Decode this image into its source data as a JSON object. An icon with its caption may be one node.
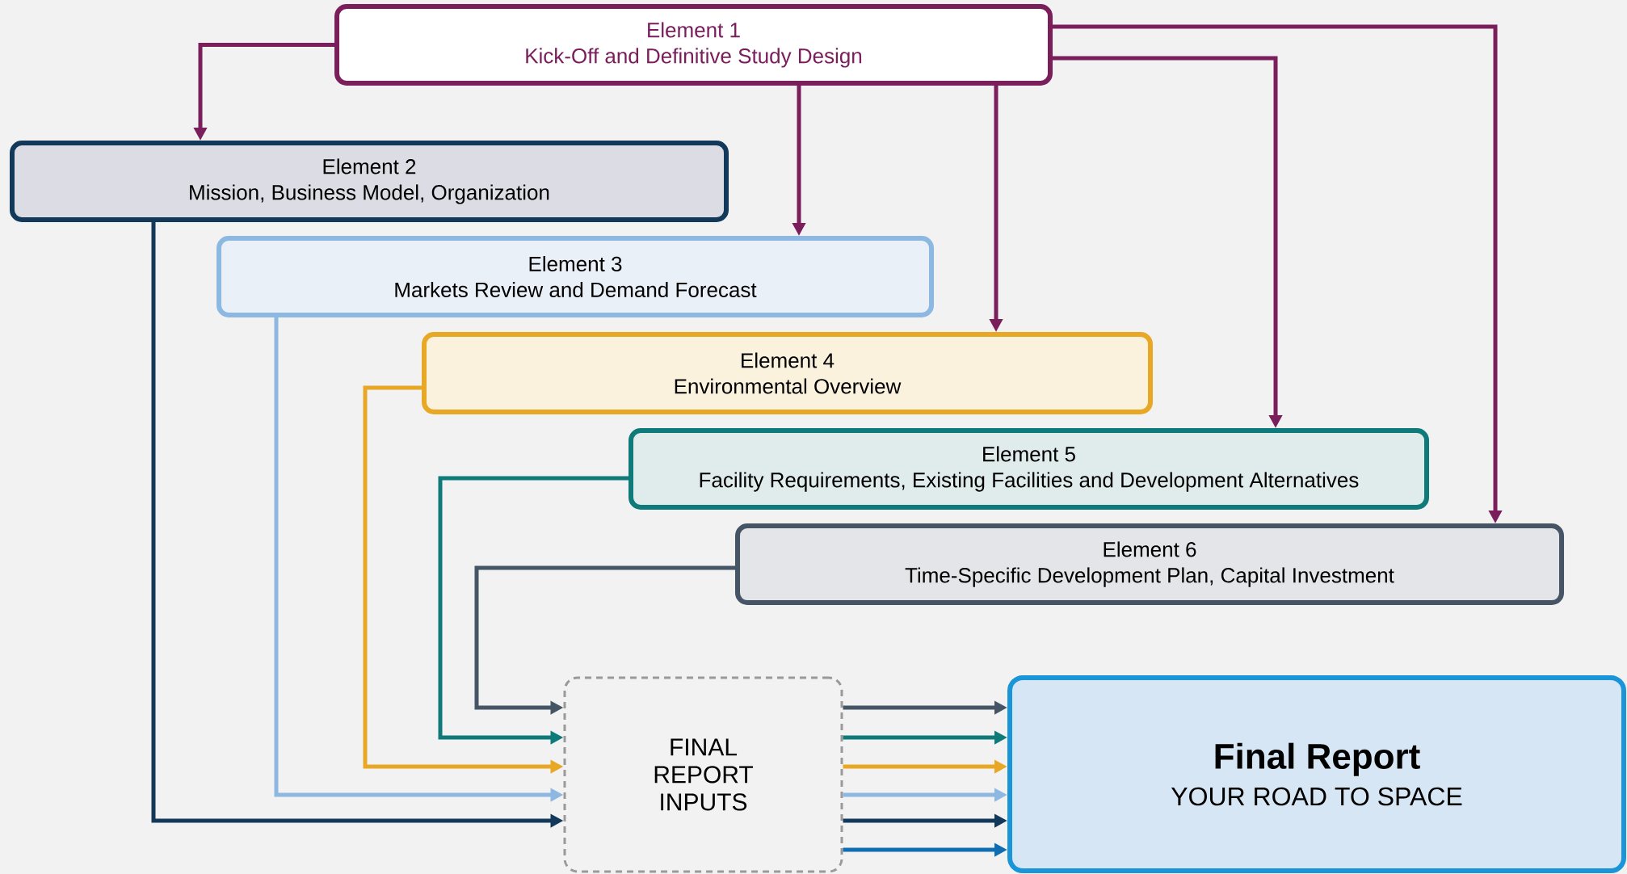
{
  "diagram": {
    "nodes": [
      {
        "text": [
          "Element 1",
          "Kick-Off and Definitive Study Design"
        ]
      },
      {
        "text": [
          "Element 2",
          "Mission, Business Model, Organization"
        ]
      },
      {
        "text": [
          "Element 3",
          "Markets Review and Demand Forecast"
        ]
      },
      {
        "text": [
          "Element 4",
          "Environmental Overview"
        ]
      },
      {
        "text": [
          "Element 5",
          "Facility Requirements, Existing Facilities and Development Alternatives"
        ]
      },
      {
        "text": [
          "Element 6",
          "Time-Specific Development Plan, Capital Investment"
        ]
      },
      {
        "text": [
          "FINAL REPORT INPUTS"
        ]
      },
      {
        "text": [
          "Final Report",
          "YOUR ROAD TO SPACE"
        ]
      }
    ],
    "edges": [
      {
        "from": 0,
        "to": 1,
        "arrow": "to"
      },
      {
        "from": 0,
        "to": 2,
        "arrow": "to"
      },
      {
        "from": 0,
        "to": 3,
        "arrow": "to"
      },
      {
        "from": 0,
        "to": 4,
        "arrow": "to"
      },
      {
        "from": 0,
        "to": 5,
        "arrow": "to"
      },
      {
        "from": 1,
        "to": 6,
        "arrow": "to",
        "color": "#12385a"
      },
      {
        "from": 2,
        "to": 6,
        "arrow": "to",
        "color": "#8db8e2"
      },
      {
        "from": 3,
        "to": 6,
        "arrow": "to",
        "color": "#e8a825"
      },
      {
        "from": 4,
        "to": 6,
        "arrow": "to",
        "color": "#0e7a7a"
      },
      {
        "from": 5,
        "to": 6,
        "arrow": "to",
        "color": "#455566"
      },
      {
        "from": 6,
        "to": 7,
        "arrow": "to",
        "color": "#455566"
      },
      {
        "from": 6,
        "to": 7,
        "arrow": "to",
        "color": "#0e7a7a"
      },
      {
        "from": 6,
        "to": 7,
        "arrow": "to",
        "color": "#e8a825"
      },
      {
        "from": 6,
        "to": 7,
        "arrow": "to",
        "color": "#8db8e2"
      },
      {
        "from": 6,
        "to": 7,
        "arrow": "to",
        "color": "#12385a"
      },
      {
        "from": 6,
        "to": 7,
        "arrow": "to",
        "color": "#0f6db3"
      }
    ]
  }
}
